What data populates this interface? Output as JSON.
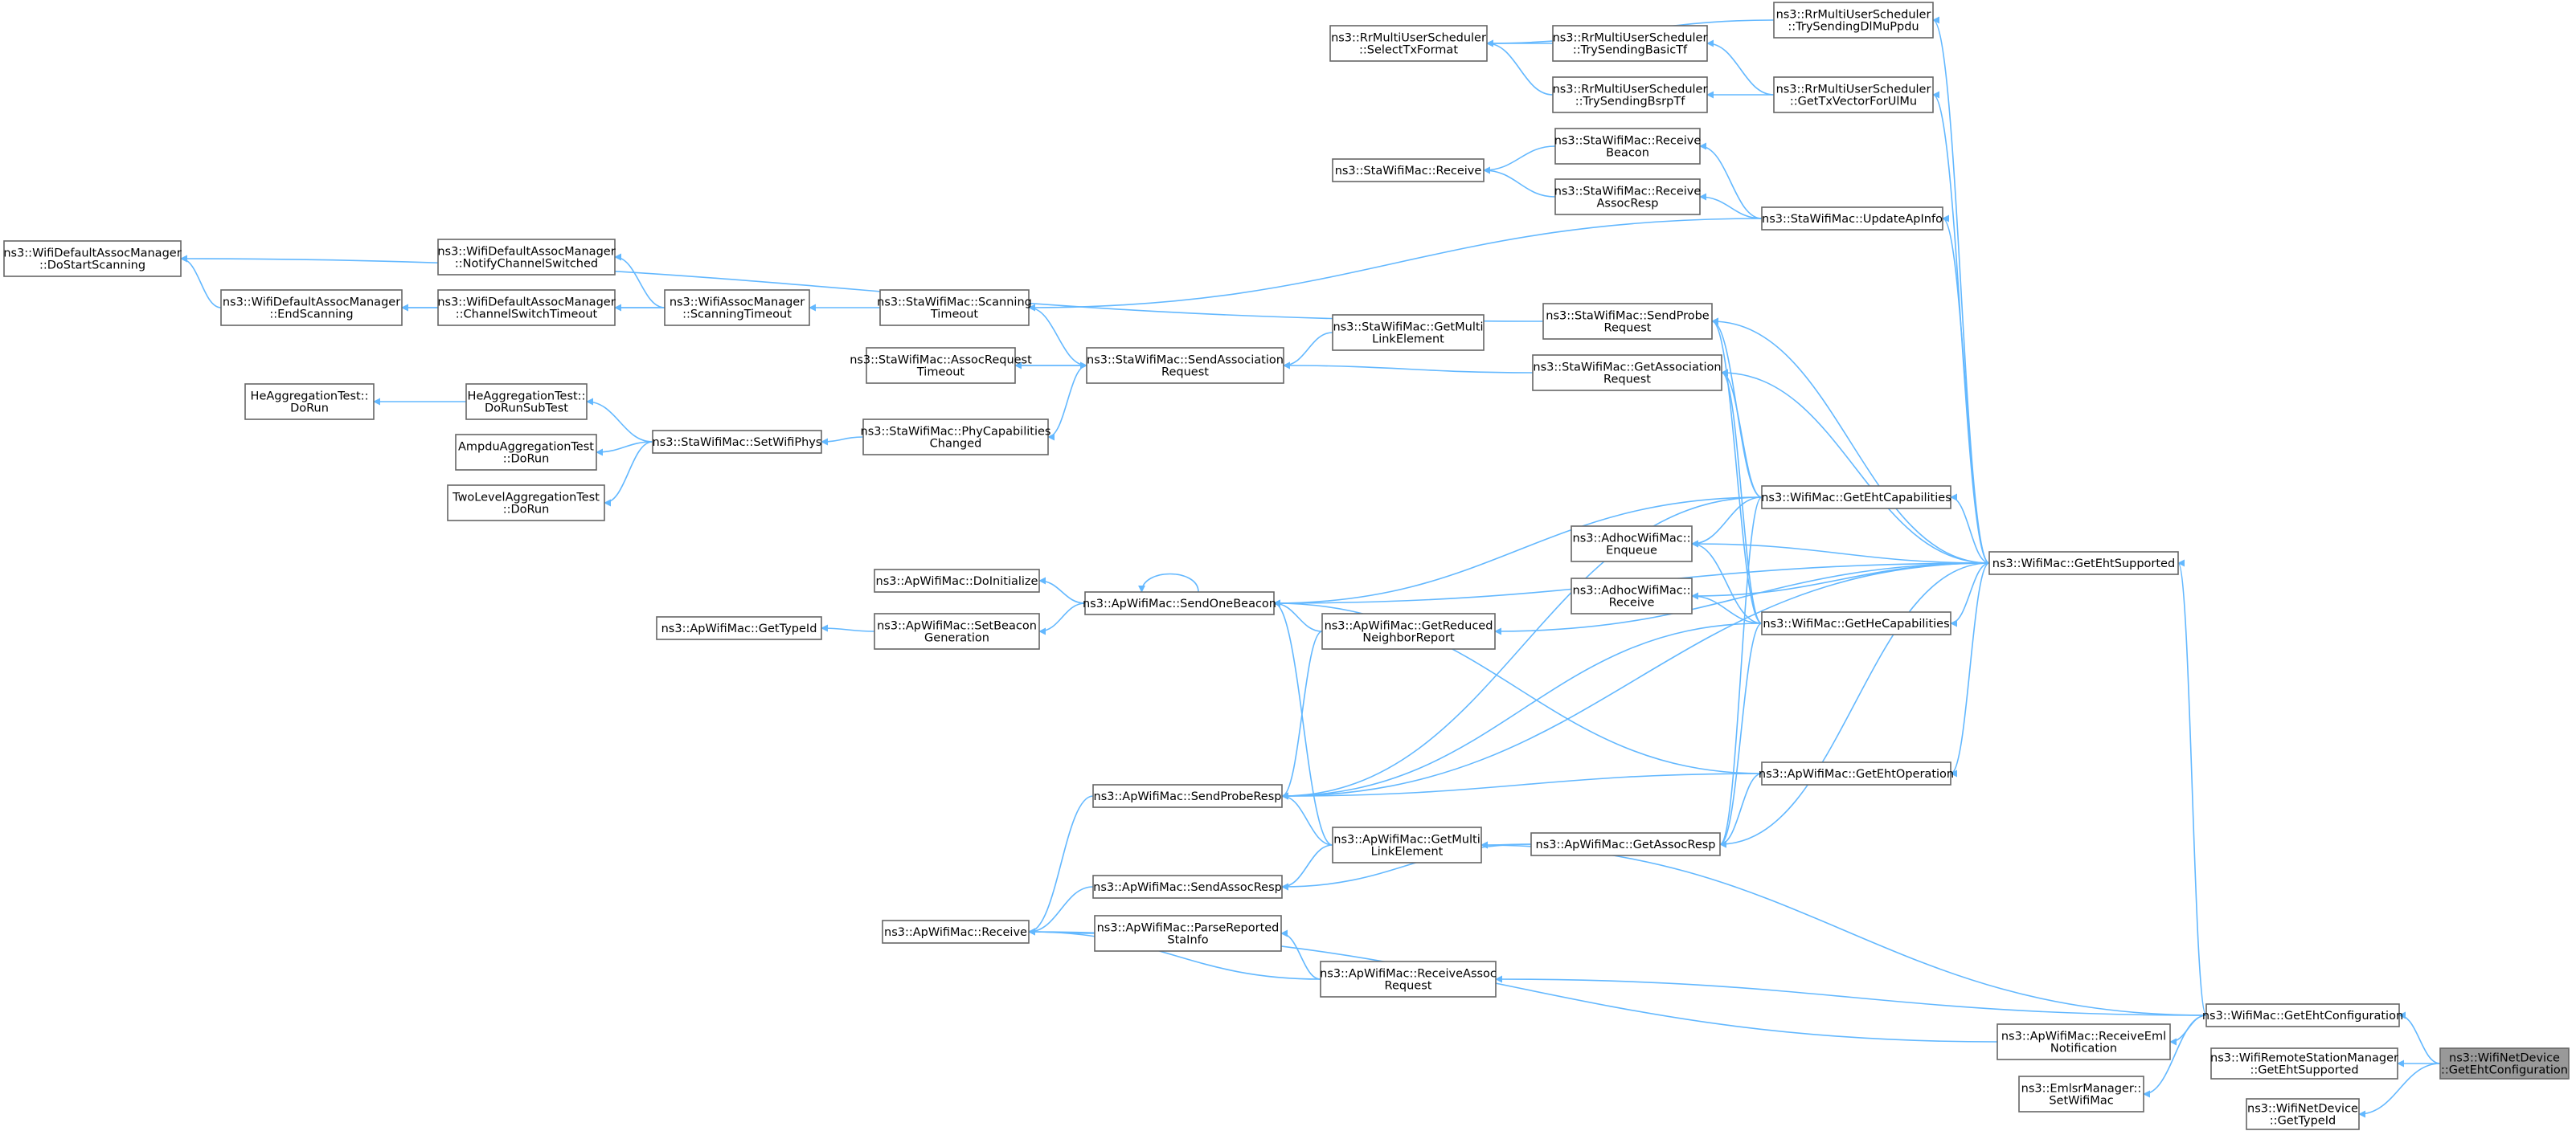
{
  "graph": {
    "root": "n1",
    "colors": {
      "edge": "#63b8ff",
      "node_border": "#666666",
      "root_fill": "#999999",
      "node_fill": "#ffffff"
    },
    "nodes": [
      {
        "id": "n1",
        "lines": [
          "ns3::WifiNetDevice",
          "::GetEhtConfiguration"
        ]
      },
      {
        "id": "n2",
        "lines": [
          "ns3::WifiMac::GetEhtConfiguration"
        ]
      },
      {
        "id": "n3",
        "lines": [
          "ns3::WifiRemoteStationManager",
          "::GetEhtSupported"
        ]
      },
      {
        "id": "n4",
        "lines": [
          "ns3::WifiNetDevice",
          "::GetTypeId"
        ]
      },
      {
        "id": "n5",
        "lines": [
          "ns3::WifiMac::GetEhtSupported"
        ]
      },
      {
        "id": "n6",
        "lines": [
          "ns3::RrMultiUserScheduler",
          "::TrySendingDlMuPpdu"
        ]
      },
      {
        "id": "n7",
        "lines": [
          "ns3::RrMultiUserScheduler",
          "::GetTxVectorForUlMu"
        ]
      },
      {
        "id": "n8",
        "lines": [
          "ns3::RrMultiUserScheduler",
          "::TrySendingBasicTf"
        ]
      },
      {
        "id": "n9",
        "lines": [
          "ns3::RrMultiUserScheduler",
          "::TrySendingBsrpTf"
        ]
      },
      {
        "id": "n10",
        "lines": [
          "ns3::RrMultiUserScheduler",
          "::SelectTxFormat"
        ]
      },
      {
        "id": "n11",
        "lines": [
          "ns3::StaWifiMac::UpdateApInfo"
        ]
      },
      {
        "id": "n12",
        "lines": [
          "ns3::StaWifiMac::Receive",
          "Beacon"
        ]
      },
      {
        "id": "n13",
        "lines": [
          "ns3::StaWifiMac::Receive",
          "AssocResp"
        ]
      },
      {
        "id": "n14",
        "lines": [
          "ns3::StaWifiMac::Receive"
        ]
      },
      {
        "id": "n15",
        "lines": [
          "ns3::StaWifiMac::Scanning",
          "Timeout"
        ]
      },
      {
        "id": "n16",
        "lines": [
          "ns3::WifiAssocManager",
          "::ScanningTimeout"
        ]
      },
      {
        "id": "n17",
        "lines": [
          "ns3::WifiDefaultAssocManager",
          "::NotifyChannelSwitched"
        ]
      },
      {
        "id": "n18",
        "lines": [
          "ns3::WifiDefaultAssocManager",
          "::ChannelSwitchTimeout"
        ]
      },
      {
        "id": "n19",
        "lines": [
          "ns3::WifiDefaultAssocManager",
          "::EndScanning"
        ]
      },
      {
        "id": "n20",
        "lines": [
          "ns3::WifiDefaultAssocManager",
          "::DoStartScanning"
        ]
      },
      {
        "id": "n21",
        "lines": [
          "ns3::StaWifiMac::SendProbe",
          "Request"
        ]
      },
      {
        "id": "n22",
        "lines": [
          "ns3::StaWifiMac::GetAssociation",
          "Request"
        ]
      },
      {
        "id": "n23",
        "lines": [
          "ns3::StaWifiMac::GetMulti",
          "LinkElement"
        ]
      },
      {
        "id": "n24",
        "lines": [
          "ns3::StaWifiMac::SendAssociation",
          "Request"
        ]
      },
      {
        "id": "n25",
        "lines": [
          "ns3::StaWifiMac::AssocRequest",
          "Timeout"
        ]
      },
      {
        "id": "n26",
        "lines": [
          "ns3::StaWifiMac::PhyCapabilities",
          "Changed"
        ]
      },
      {
        "id": "n27",
        "lines": [
          "ns3::StaWifiMac::SetWifiPhys"
        ]
      },
      {
        "id": "n28",
        "lines": [
          "HeAggregationTest::",
          "DoRunSubTest"
        ]
      },
      {
        "id": "n29",
        "lines": [
          "HeAggregationTest::",
          "DoRun"
        ]
      },
      {
        "id": "n30",
        "lines": [
          "AmpduAggregationTest",
          "::DoRun"
        ]
      },
      {
        "id": "n31",
        "lines": [
          "TwoLevelAggregationTest",
          "::DoRun"
        ]
      },
      {
        "id": "n32",
        "lines": [
          "ns3::WifiMac::GetEhtCapabilities"
        ]
      },
      {
        "id": "n33",
        "lines": [
          "ns3::WifiMac::GetHeCapabilities"
        ]
      },
      {
        "id": "n34",
        "lines": [
          "ns3::AdhocWifiMac::",
          "Enqueue"
        ]
      },
      {
        "id": "n35",
        "lines": [
          "ns3::AdhocWifiMac::",
          "Receive"
        ]
      },
      {
        "id": "n36",
        "lines": [
          "ns3::ApWifiMac::SendOneBeacon"
        ]
      },
      {
        "id": "n37",
        "lines": [
          "ns3::ApWifiMac::DoInitialize"
        ]
      },
      {
        "id": "n38",
        "lines": [
          "ns3::ApWifiMac::SetBeacon",
          "Generation"
        ]
      },
      {
        "id": "n39",
        "lines": [
          "ns3::ApWifiMac::GetTypeId"
        ]
      },
      {
        "id": "n40",
        "lines": [
          "ns3::ApWifiMac::GetReduced",
          "NeighborReport"
        ]
      },
      {
        "id": "n41",
        "lines": [
          "ns3::ApWifiMac::GetEhtOperation"
        ]
      },
      {
        "id": "n42",
        "lines": [
          "ns3::ApWifiMac::GetAssocResp"
        ]
      },
      {
        "id": "n43",
        "lines": [
          "ns3::ApWifiMac::SendProbeResp"
        ]
      },
      {
        "id": "n44",
        "lines": [
          "ns3::ApWifiMac::GetMulti",
          "LinkElement"
        ]
      },
      {
        "id": "n45",
        "lines": [
          "ns3::ApWifiMac::SendAssocResp"
        ]
      },
      {
        "id": "n46",
        "lines": [
          "ns3::ApWifiMac::Receive"
        ]
      },
      {
        "id": "n47",
        "lines": [
          "ns3::ApWifiMac::ParseReported",
          "StaInfo"
        ]
      },
      {
        "id": "n48",
        "lines": [
          "ns3::ApWifiMac::ReceiveAssoc",
          "Request"
        ]
      },
      {
        "id": "n49",
        "lines": [
          "ns3::ApWifiMac::ReceiveEml",
          "Notification"
        ]
      },
      {
        "id": "n50",
        "lines": [
          "ns3::EmlsrManager::",
          "SetWifiMac"
        ]
      }
    ],
    "edges": [
      [
        "n2",
        "n1"
      ],
      [
        "n3",
        "n1"
      ],
      [
        "n4",
        "n1"
      ],
      [
        "n5",
        "n2"
      ],
      [
        "n48",
        "n2"
      ],
      [
        "n49",
        "n2"
      ],
      [
        "n50",
        "n2"
      ],
      [
        "n44",
        "n2"
      ],
      [
        "n6",
        "n5"
      ],
      [
        "n7",
        "n5"
      ],
      [
        "n11",
        "n5"
      ],
      [
        "n21",
        "n5"
      ],
      [
        "n22",
        "n5"
      ],
      [
        "n32",
        "n5"
      ],
      [
        "n34",
        "n5"
      ],
      [
        "n35",
        "n5"
      ],
      [
        "n33",
        "n5"
      ],
      [
        "n40",
        "n5"
      ],
      [
        "n41",
        "n5"
      ],
      [
        "n42",
        "n5"
      ],
      [
        "n36",
        "n5"
      ],
      [
        "n43",
        "n5"
      ],
      [
        "n10",
        "n6"
      ],
      [
        "n10",
        "n8"
      ],
      [
        "n10",
        "n9"
      ],
      [
        "n8",
        "n7"
      ],
      [
        "n9",
        "n7"
      ],
      [
        "n12",
        "n11"
      ],
      [
        "n13",
        "n11"
      ],
      [
        "n15",
        "n11"
      ],
      [
        "n14",
        "n12"
      ],
      [
        "n14",
        "n13"
      ],
      [
        "n16",
        "n15"
      ],
      [
        "n17",
        "n16"
      ],
      [
        "n18",
        "n16"
      ],
      [
        "n19",
        "n16"
      ],
      [
        "n19",
        "n18"
      ],
      [
        "n20",
        "n19"
      ],
      [
        "n20",
        "n21"
      ],
      [
        "n24",
        "n15"
      ],
      [
        "n24",
        "n25"
      ],
      [
        "n25",
        "n24"
      ],
      [
        "n26",
        "n24"
      ],
      [
        "n24",
        "n23"
      ],
      [
        "n24",
        "n22"
      ],
      [
        "n27",
        "n26"
      ],
      [
        "n28",
        "n27"
      ],
      [
        "n30",
        "n27"
      ],
      [
        "n31",
        "n27"
      ],
      [
        "n29",
        "n28"
      ],
      [
        "n21",
        "n32"
      ],
      [
        "n22",
        "n32"
      ],
      [
        "n34",
        "n32"
      ],
      [
        "n42",
        "n32"
      ],
      [
        "n36",
        "n32"
      ],
      [
        "n43",
        "n32"
      ],
      [
        "n21",
        "n33"
      ],
      [
        "n22",
        "n33"
      ],
      [
        "n34",
        "n33"
      ],
      [
        "n35",
        "n33"
      ],
      [
        "n42",
        "n33"
      ],
      [
        "n43",
        "n33"
      ],
      [
        "n36",
        "n36"
      ],
      [
        "n37",
        "n36"
      ],
      [
        "n38",
        "n36"
      ],
      [
        "n39",
        "n38"
      ],
      [
        "n36",
        "n40"
      ],
      [
        "n36",
        "n41"
      ],
      [
        "n36",
        "n44"
      ],
      [
        "n43",
        "n40"
      ],
      [
        "n43",
        "n41"
      ],
      [
        "n43",
        "n44"
      ],
      [
        "n42",
        "n41"
      ],
      [
        "n44",
        "n42"
      ],
      [
        "n45",
        "n42"
      ],
      [
        "n45",
        "n44"
      ],
      [
        "n46",
        "n43"
      ],
      [
        "n46",
        "n45"
      ],
      [
        "n46",
        "n47"
      ],
      [
        "n46",
        "n48"
      ],
      [
        "n46",
        "n49"
      ],
      [
        "n47",
        "n48"
      ]
    ]
  }
}
